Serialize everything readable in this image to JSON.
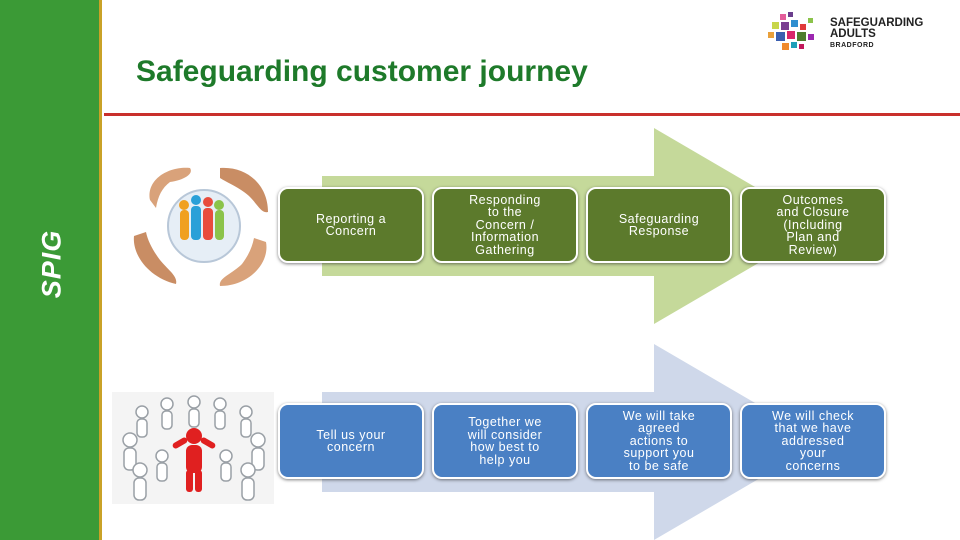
{
  "sidebar": {
    "label": "SPIG"
  },
  "title": "Safeguarding customer journey",
  "logo": {
    "line1": "SAFEGUARDING",
    "line2": "ADULTS",
    "line3": "BRADFORD"
  },
  "process_steps": [
    "Reporting a\nConcern",
    "Responding\nto the\nConcern /\nInformation\nGathering",
    "Safeguarding\nResponse",
    "Outcomes\nand Closure\n(Including\nPlan and\nReview)"
  ],
  "customer_steps": [
    "Tell us your\nconcern",
    "Together we\nwill consider\nhow best to\nhelp you",
    "We will take\nagreed\nactions to\nsupport you\nto be safe",
    "We will check\nthat we have\naddressed\nyour\nconcerns"
  ],
  "colors": {
    "sidebar": "#3b9a36",
    "title": "#1e7a2a",
    "rule": "#c9302c",
    "green_box": "#5c7a2c",
    "green_arrow": "#c5d99a",
    "blue_box": "#4a80c4",
    "blue_arrow": "#cfd8ea"
  }
}
